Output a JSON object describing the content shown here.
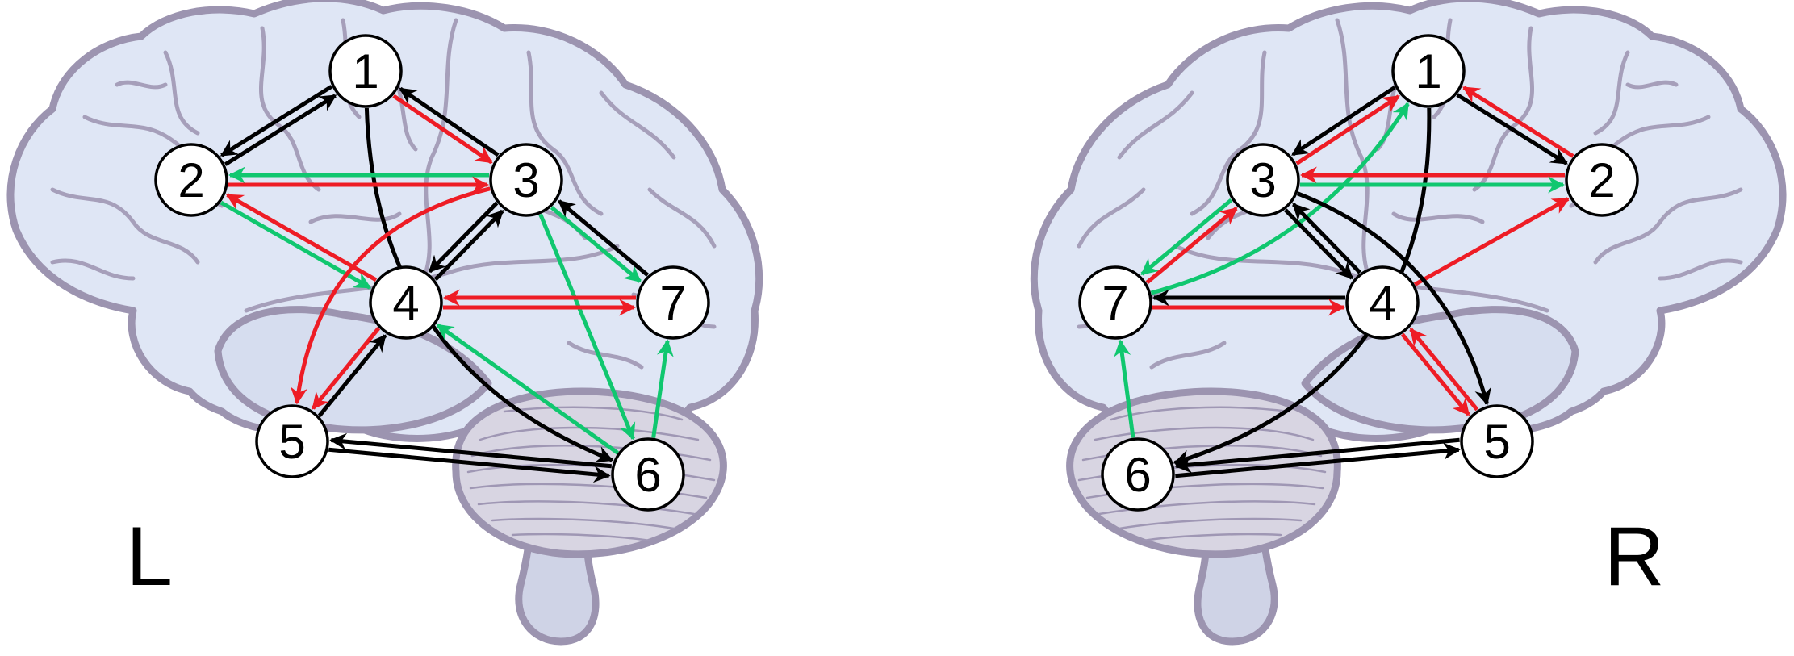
{
  "colors": {
    "black": "#000000",
    "red": "#ee1c25",
    "green": "#10c76f",
    "brain_fill": "#dfe6f5",
    "brain_outline": "#9c94b0"
  },
  "hemispheres": [
    {
      "id": "left",
      "label": "L",
      "nodes": [
        {
          "id": "1",
          "label": "1"
        },
        {
          "id": "2",
          "label": "2"
        },
        {
          "id": "3",
          "label": "3"
        },
        {
          "id": "4",
          "label": "4"
        },
        {
          "id": "5",
          "label": "5"
        },
        {
          "id": "6",
          "label": "6"
        },
        {
          "id": "7",
          "label": "7"
        }
      ],
      "edges": [
        {
          "from": "1",
          "to": "2",
          "color": "black"
        },
        {
          "from": "2",
          "to": "1",
          "color": "black"
        },
        {
          "from": "1",
          "to": "3",
          "color": "red"
        },
        {
          "from": "3",
          "to": "1",
          "color": "black"
        },
        {
          "from": "1",
          "to": "6",
          "color": "black"
        },
        {
          "from": "3",
          "to": "2",
          "color": "green"
        },
        {
          "from": "2",
          "to": "3",
          "color": "red"
        },
        {
          "from": "2",
          "to": "4",
          "color": "green"
        },
        {
          "from": "4",
          "to": "2",
          "color": "red"
        },
        {
          "from": "3",
          "to": "4",
          "color": "black"
        },
        {
          "from": "4",
          "to": "3",
          "color": "black"
        },
        {
          "from": "3",
          "to": "5",
          "color": "red"
        },
        {
          "from": "3",
          "to": "6",
          "color": "green"
        },
        {
          "from": "3",
          "to": "7",
          "color": "green"
        },
        {
          "from": "7",
          "to": "3",
          "color": "black"
        },
        {
          "from": "4",
          "to": "5",
          "color": "red"
        },
        {
          "from": "5",
          "to": "4",
          "color": "black"
        },
        {
          "from": "4",
          "to": "7",
          "color": "red"
        },
        {
          "from": "7",
          "to": "4",
          "color": "red"
        },
        {
          "from": "6",
          "to": "4",
          "color": "green"
        },
        {
          "from": "5",
          "to": "6",
          "color": "black"
        },
        {
          "from": "6",
          "to": "5",
          "color": "black"
        },
        {
          "from": "6",
          "to": "7",
          "color": "green"
        }
      ]
    },
    {
      "id": "right",
      "label": "R",
      "nodes": [
        {
          "id": "1",
          "label": "1"
        },
        {
          "id": "2",
          "label": "2"
        },
        {
          "id": "3",
          "label": "3"
        },
        {
          "id": "4",
          "label": "4"
        },
        {
          "id": "5",
          "label": "5"
        },
        {
          "id": "6",
          "label": "6"
        },
        {
          "id": "7",
          "label": "7"
        }
      ],
      "edges": [
        {
          "from": "1",
          "to": "2",
          "color": "black"
        },
        {
          "from": "2",
          "to": "1",
          "color": "red"
        },
        {
          "from": "1",
          "to": "3",
          "color": "black"
        },
        {
          "from": "3",
          "to": "1",
          "color": "red"
        },
        {
          "from": "1",
          "to": "6",
          "color": "black"
        },
        {
          "from": "7",
          "to": "1",
          "color": "green"
        },
        {
          "from": "2",
          "to": "3",
          "color": "red"
        },
        {
          "from": "3",
          "to": "2",
          "color": "green"
        },
        {
          "from": "4",
          "to": "2",
          "color": "red"
        },
        {
          "from": "3",
          "to": "4",
          "color": "black"
        },
        {
          "from": "4",
          "to": "3",
          "color": "black"
        },
        {
          "from": "3",
          "to": "5",
          "color": "black"
        },
        {
          "from": "3",
          "to": "7",
          "color": "green"
        },
        {
          "from": "7",
          "to": "3",
          "color": "red"
        },
        {
          "from": "4",
          "to": "7",
          "color": "black"
        },
        {
          "from": "7",
          "to": "4",
          "color": "red"
        },
        {
          "from": "4",
          "to": "5",
          "color": "red"
        },
        {
          "from": "5",
          "to": "4",
          "color": "red"
        },
        {
          "from": "5",
          "to": "6",
          "color": "black"
        },
        {
          "from": "6",
          "to": "5",
          "color": "black"
        },
        {
          "from": "6",
          "to": "7",
          "color": "green"
        }
      ]
    }
  ]
}
